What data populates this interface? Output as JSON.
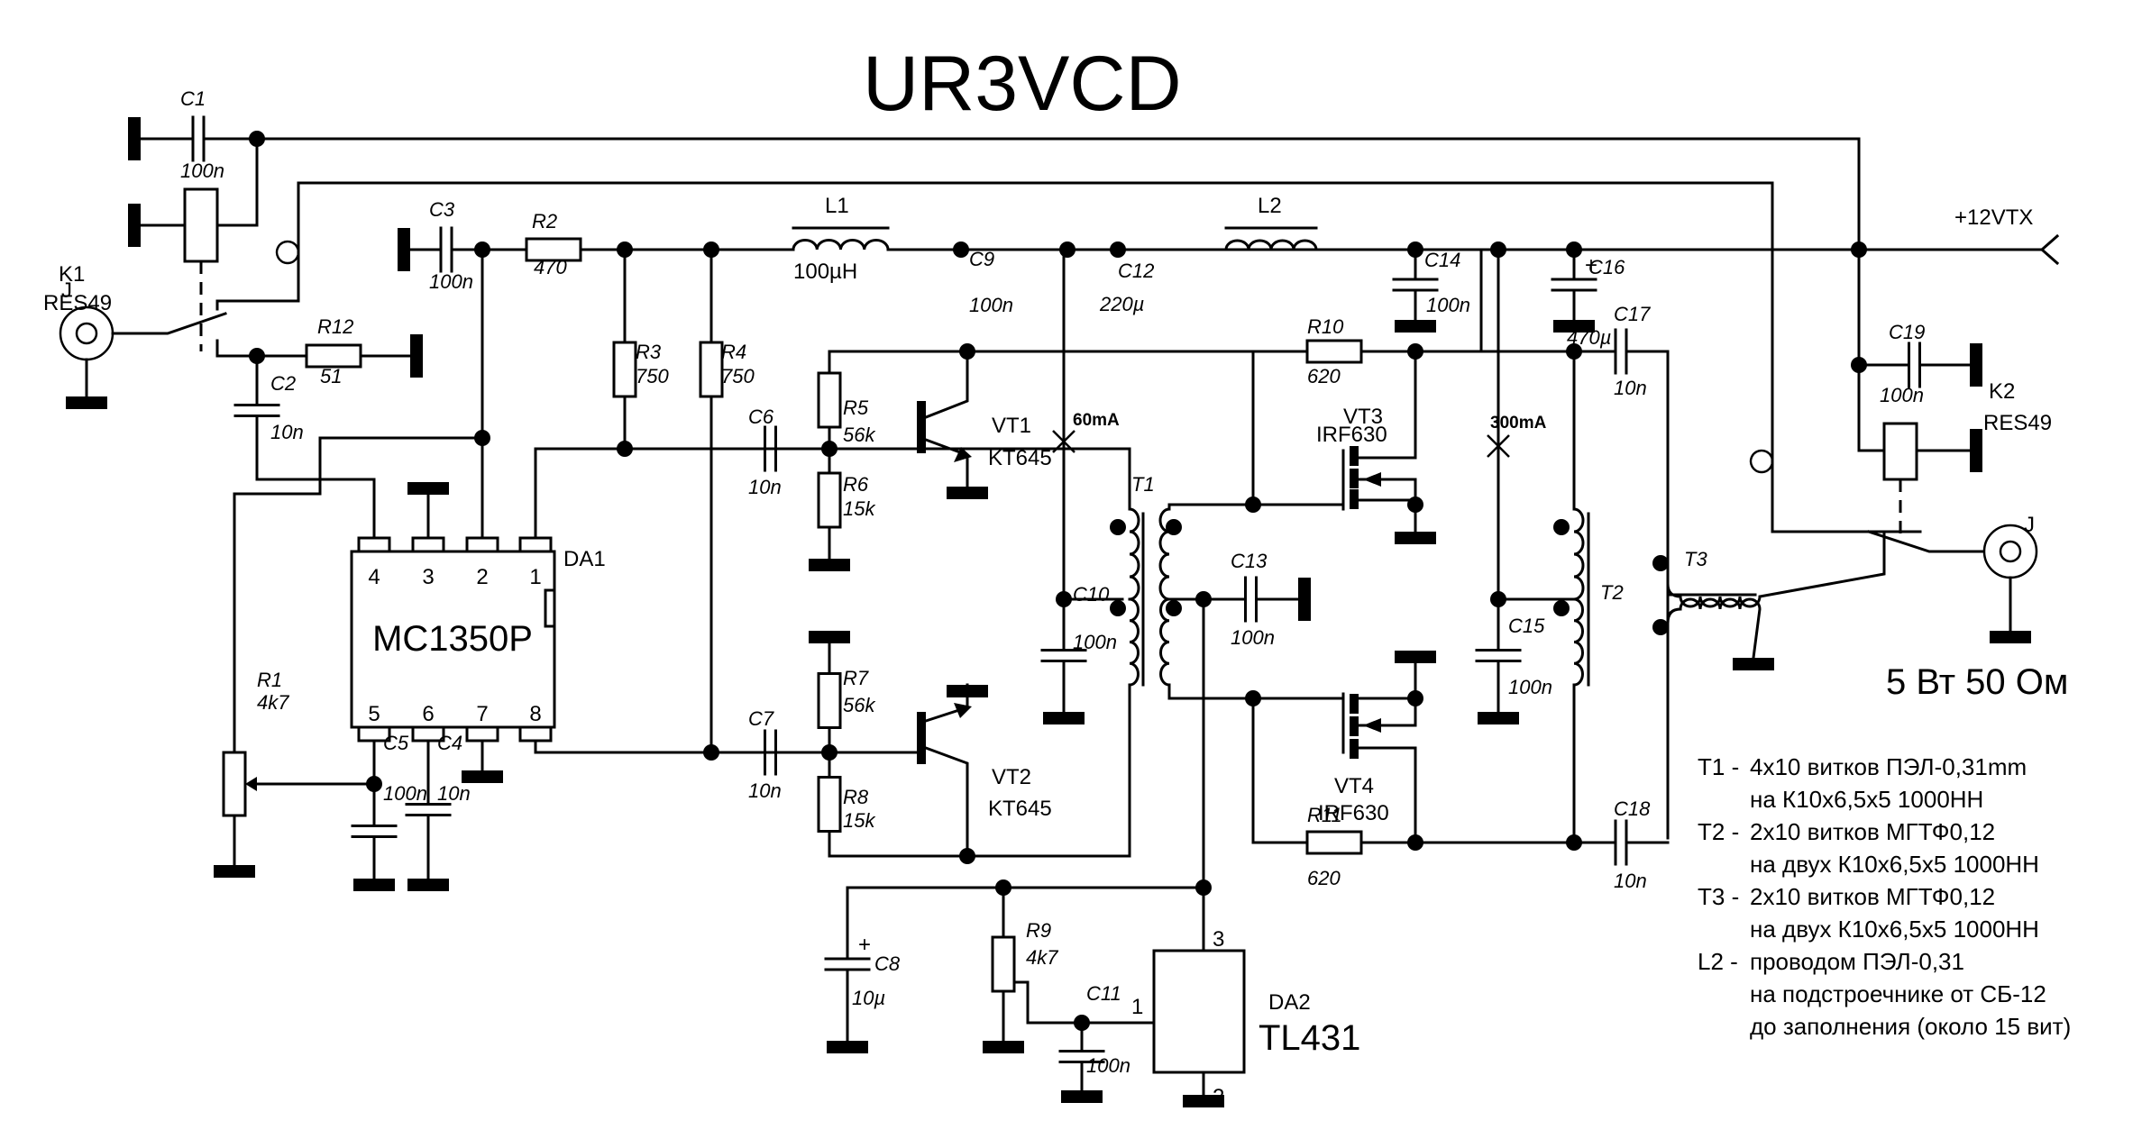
{
  "title": "UR3VCD",
  "supply_label": "+12VTX",
  "output_label": "5 Вт 50 Ом",
  "components": {
    "C1": {
      "ref": "C1",
      "value": "100n"
    },
    "C2": {
      "ref": "C2",
      "value": "10n"
    },
    "C3": {
      "ref": "C3",
      "value": "100n"
    },
    "C4": {
      "ref": "C4",
      "value": "10n"
    },
    "C5": {
      "ref": "C5",
      "value": "100n"
    },
    "C6": {
      "ref": "C6",
      "value": "10n"
    },
    "C7": {
      "ref": "C7",
      "value": "10n"
    },
    "C8": {
      "ref": "C8",
      "value": "10µ"
    },
    "C9": {
      "ref": "C9",
      "value": "100n"
    },
    "C10": {
      "ref": "C10",
      "value": "100n"
    },
    "C11": {
      "ref": "C11",
      "value": "100n"
    },
    "C12": {
      "ref": "C12",
      "value": "220µ"
    },
    "C13": {
      "ref": "C13",
      "value": "100n"
    },
    "C14": {
      "ref": "C14",
      "value": "100n"
    },
    "C15": {
      "ref": "C15",
      "value": "100n"
    },
    "C16": {
      "ref": "C16",
      "value": "470µ"
    },
    "C17": {
      "ref": "C17",
      "value": "10n"
    },
    "C18": {
      "ref": "C18",
      "value": "10n"
    },
    "C19": {
      "ref": "C19",
      "value": "100n"
    },
    "R1": {
      "ref": "R1",
      "value": "4k7"
    },
    "R2": {
      "ref": "R2",
      "value": "470"
    },
    "R3": {
      "ref": "R3",
      "value": "750"
    },
    "R4": {
      "ref": "R4",
      "value": "750"
    },
    "R5": {
      "ref": "R5",
      "value": "56k"
    },
    "R6": {
      "ref": "R6",
      "value": "15k"
    },
    "R7": {
      "ref": "R7",
      "value": "56k"
    },
    "R8": {
      "ref": "R8",
      "value": "15k"
    },
    "R9": {
      "ref": "R9",
      "value": "4k7"
    },
    "R10": {
      "ref": "R10",
      "value": "620"
    },
    "R11": {
      "ref": "R11",
      "value": "620"
    },
    "R12": {
      "ref": "R12",
      "value": "51"
    },
    "L1": {
      "ref": "L1",
      "value": "100µH"
    },
    "L2": {
      "ref": "L2"
    },
    "T1": {
      "ref": "T1"
    },
    "T2": {
      "ref": "T2"
    },
    "T3": {
      "ref": "T3"
    },
    "VT1": {
      "ref": "VT1",
      "part": "KT645"
    },
    "VT2": {
      "ref": "VT2",
      "part": "KT645"
    },
    "VT3": {
      "ref": "VT3",
      "part": "IRF630"
    },
    "VT4": {
      "ref": "VT4",
      "part": "IRF630"
    },
    "DA1": {
      "ref": "DA1",
      "part": "MC1350P",
      "pins": [
        "1",
        "2",
        "3",
        "4",
        "5",
        "6",
        "7",
        "8"
      ]
    },
    "DA2": {
      "ref": "DA2",
      "part": "TL431",
      "pins": [
        "1",
        "2",
        "3"
      ]
    },
    "K1": {
      "ref": "K1",
      "part": "RES49"
    },
    "K2": {
      "ref": "K2",
      "part": "RES49"
    },
    "J_in": {
      "ref": "J"
    },
    "J_out": {
      "ref": "J"
    }
  },
  "current_marks": {
    "vt1": "60mA",
    "vt3": "300mA"
  },
  "notes": [
    {
      "prefix": "T1 - ",
      "lines": [
        "4x10 витков ПЭЛ-0,31mm",
        "на К10x6,5x5 1000НН"
      ]
    },
    {
      "prefix": "T2 - ",
      "lines": [
        "2x10 витков МГТФ0,12",
        "на двух К10x6,5x5 1000НН"
      ]
    },
    {
      "prefix": "T3 - ",
      "lines": [
        "2x10 витков МГТФ0,12",
        "на двух К10x6,5x5 1000НН"
      ]
    },
    {
      "prefix": "L2 - ",
      "lines": [
        "проводом ПЭЛ-0,31",
        "на подстроечнике от СБ-12",
        "до заполнения (около 15 вит)"
      ]
    }
  ]
}
